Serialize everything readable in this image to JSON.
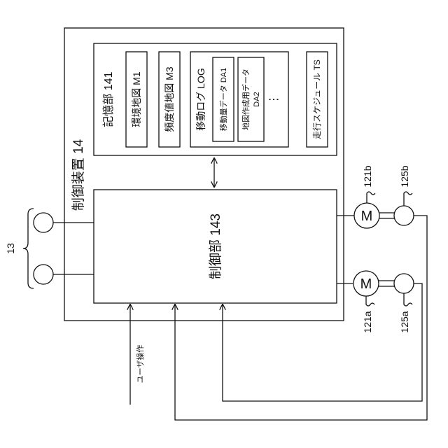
{
  "control_device": {
    "label": "制御装置 14"
  },
  "storage": {
    "label": "記憶部 141",
    "env_map": "環境地図 M1",
    "freq_map": "頻度値地図 M3",
    "move_log": "移動ログ LOG",
    "move_amount_data": "移動量データ DA1",
    "map_creation_data_line1": "地図作成用データ",
    "map_creation_data_line2": "DA2",
    "ellipsis": "⋮",
    "schedule": "走行スケジュール TS"
  },
  "control_unit": {
    "label": "制御部 143"
  },
  "input_group": {
    "label": "13"
  },
  "user_op": {
    "label": "ユーザ操作"
  },
  "motor_b": {
    "symbol": "M",
    "label": "121b",
    "encoder_label": "125b"
  },
  "motor_a": {
    "symbol": "M",
    "label": "121a",
    "encoder_label": "125a"
  }
}
